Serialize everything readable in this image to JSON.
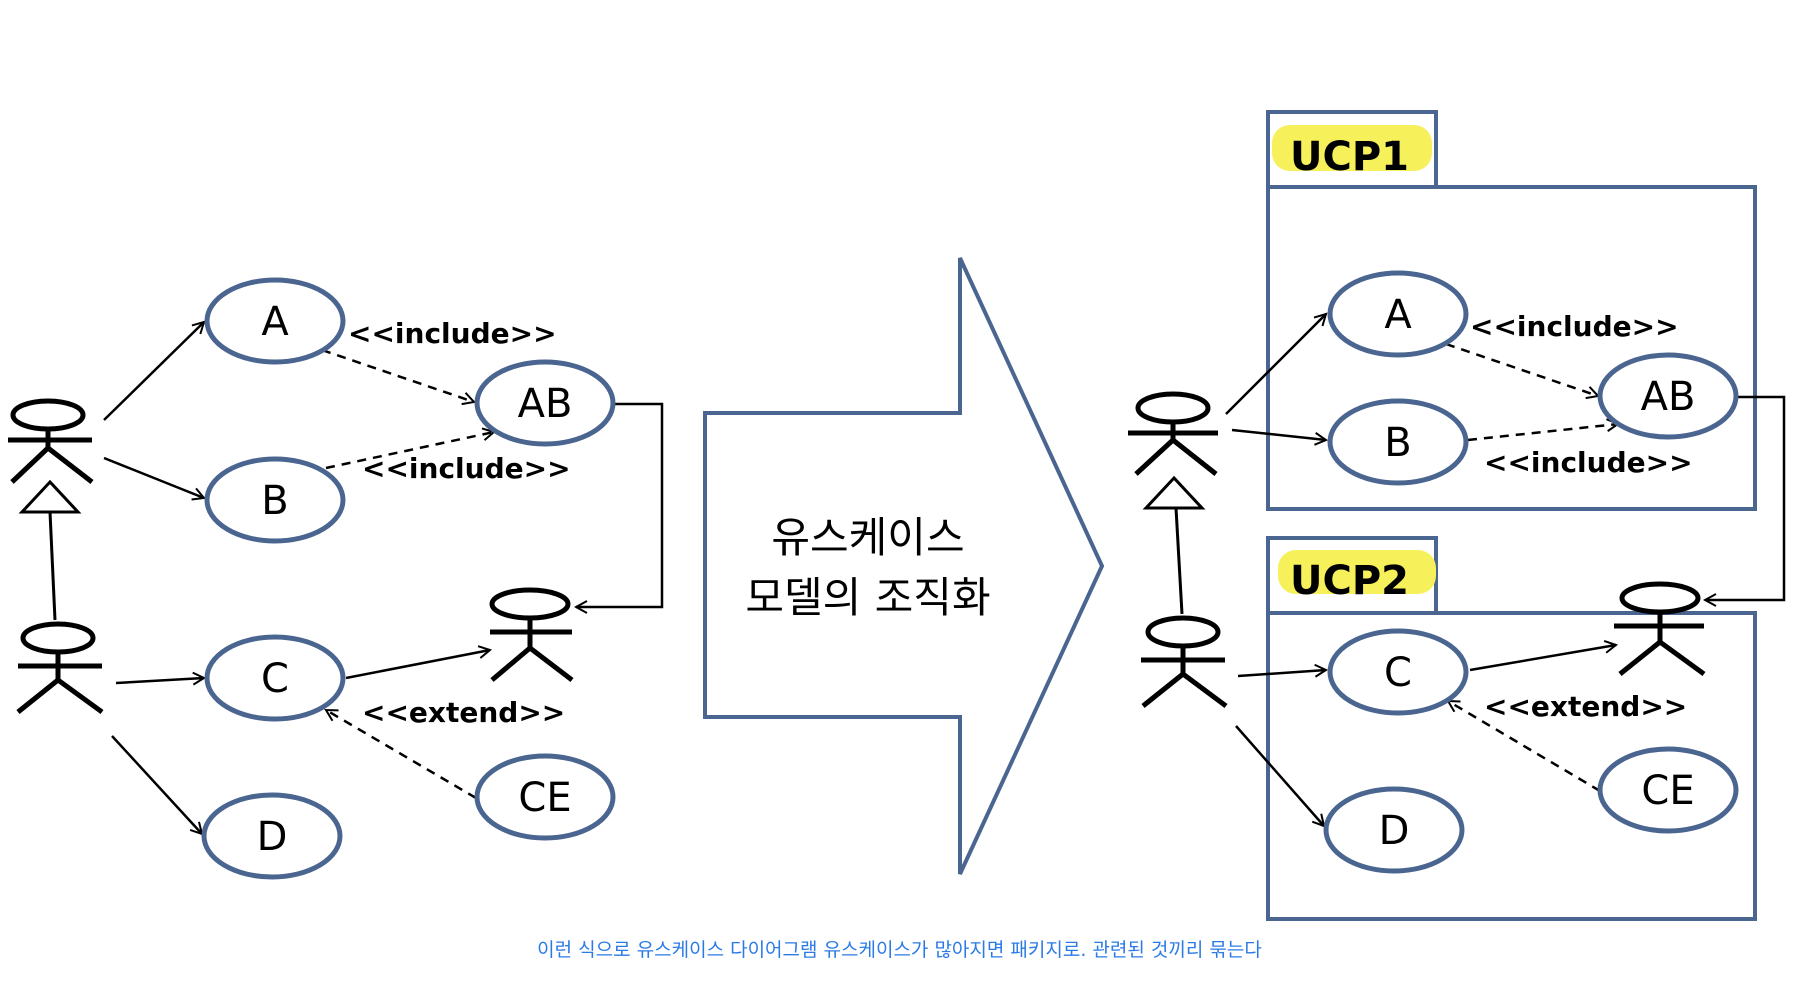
{
  "colors": {
    "ellipse_stroke": "#4a6590",
    "package_stroke": "#4a6590",
    "arrow_stroke": "#4a6590",
    "highlight": "#f6f05a",
    "caption": "#2b7be6"
  },
  "left_diagram": {
    "use_cases": {
      "A": "A",
      "B": "B",
      "AB": "AB",
      "C": "C",
      "CE": "CE",
      "D": "D"
    },
    "include_1": "<<include>>",
    "include_2": "<<include>>",
    "extend": "<<extend>>"
  },
  "center_arrow": {
    "line1": "유스케이스",
    "line2": "모델의 조직화"
  },
  "right_diagram": {
    "package_1": "UCP1",
    "package_2": "UCP2",
    "use_cases": {
      "A": "A",
      "B": "B",
      "AB": "AB",
      "C": "C",
      "CE": "CE",
      "D": "D"
    },
    "include_1": "<<include>>",
    "include_2": "<<include>>",
    "extend": "<<extend>>"
  },
  "caption": "이런 식으로 유스케이스 다이어그램 유스케이스가 많아지면 패키지로. 관련된 것끼리 묶는다"
}
